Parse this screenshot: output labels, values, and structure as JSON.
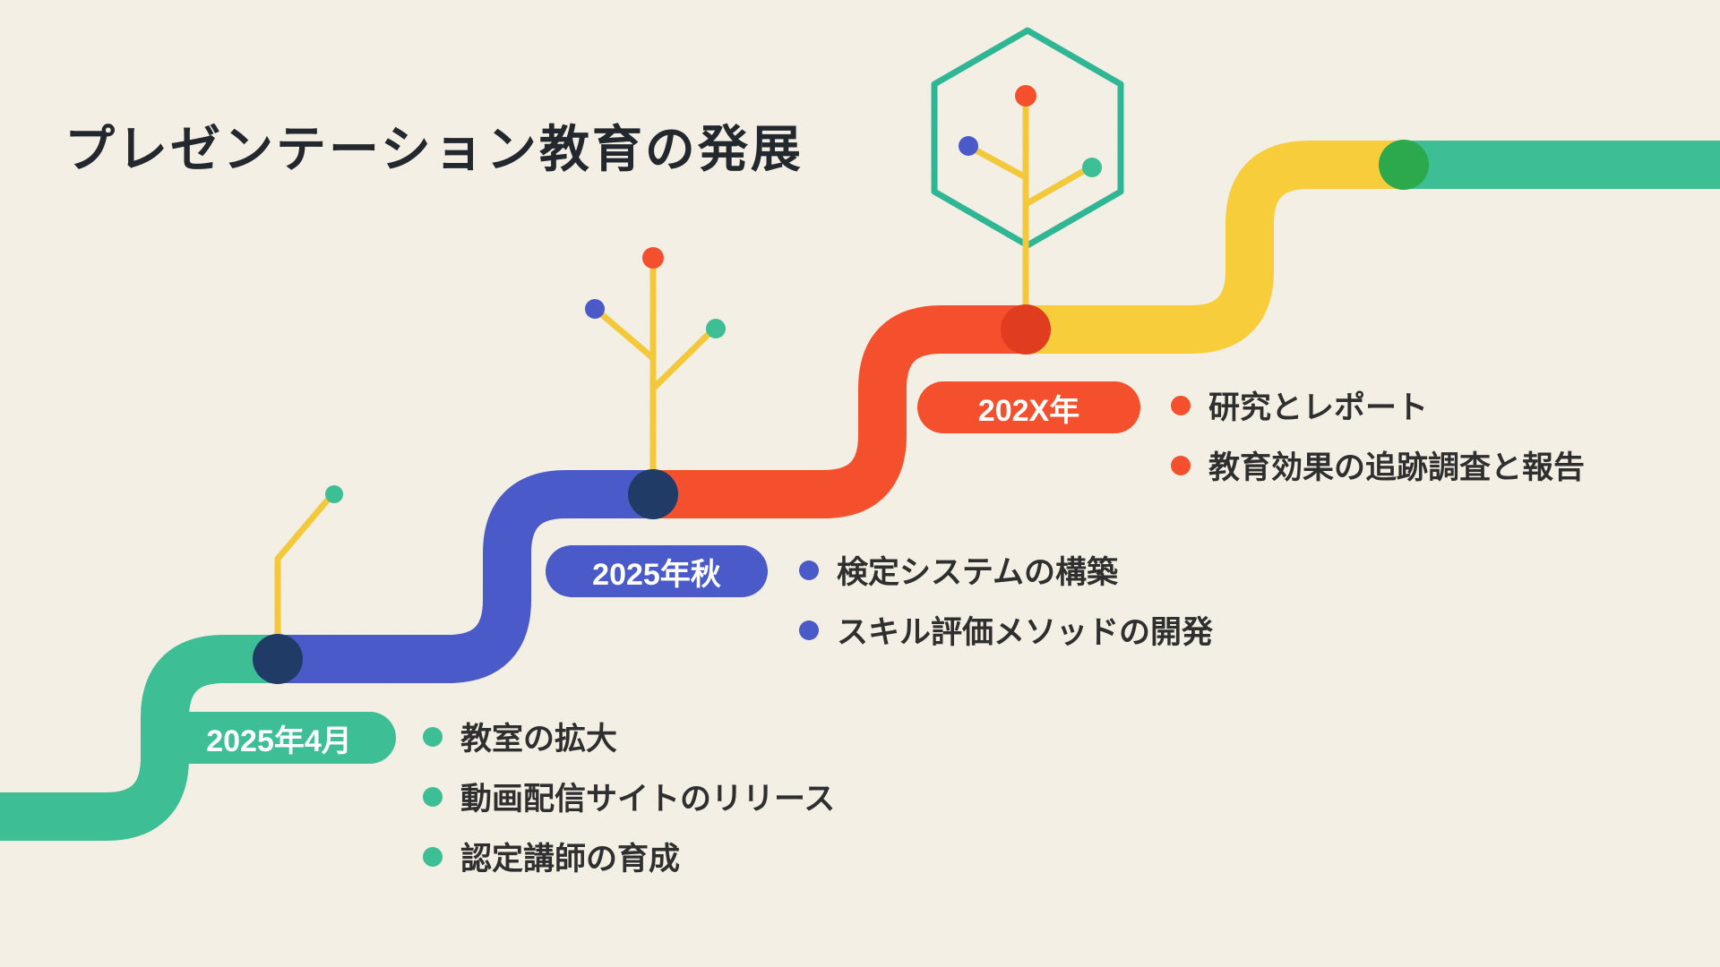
{
  "title": "プレゼンテーション教育の発展",
  "milestones": [
    {
      "label": "2025年4月",
      "color": "#3DBE94",
      "items": [
        "教室の拡大",
        "動画配信サイトのリリース",
        "認定講師の育成"
      ]
    },
    {
      "label": "2025年秋",
      "color": "#4A5AC8",
      "items": [
        "検定システムの構築",
        "スキル評価メソッドの開発"
      ]
    },
    {
      "label": "202X年",
      "color": "#F4502D",
      "items": [
        "研究とレポート",
        "教育効果の追跡調査と報告"
      ]
    }
  ],
  "colors": {
    "background": "#F5F1E6",
    "path_teal": "#3DBE94",
    "path_blue": "#4A5AC8",
    "path_red": "#F4502D",
    "path_yellow": "#F8CD3C",
    "node_navy": "#1F3B66",
    "node_red": "#E03C20",
    "node_green": "#2CA94D",
    "sprout_yellow": "#F3C93B",
    "text": "#2F2F2F"
  },
  "decor_icons": [
    "sprout-icon",
    "sprout-icon",
    "hexagon-sprout-icon"
  ]
}
